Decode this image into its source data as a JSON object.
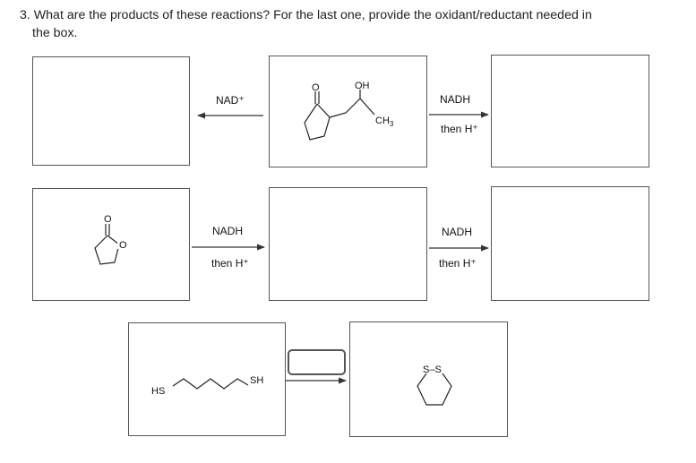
{
  "question": {
    "line1": "3. What are the products of these reactions? For the last one, provide the oxidant/reductant needed in",
    "line2": "the box."
  },
  "reactions": {
    "r1": {
      "reagent": "NAD⁺"
    },
    "r2": {
      "reagent_top": "NADH",
      "reagent_bottom": "then H⁺"
    },
    "r3": {
      "reagent_top": "NADH",
      "reagent_bottom": "then H⁺"
    },
    "r4": {
      "reagent_top": "NADH",
      "reagent_bottom": "then H⁺"
    }
  },
  "structures": {
    "keto_alcohol": {
      "atom_o": "O",
      "atom_oh": "OH",
      "atom_ch3": "CH3"
    },
    "lactone": {
      "atom_o_carbonyl": "O",
      "atom_o_ring": "O"
    },
    "dithiol": {
      "atom_hs": "HS",
      "atom_sh": "SH"
    },
    "dithiane": {
      "atom_s": "S–S"
    }
  },
  "colors": {
    "line": "#333333",
    "box_border": "#555555"
  }
}
